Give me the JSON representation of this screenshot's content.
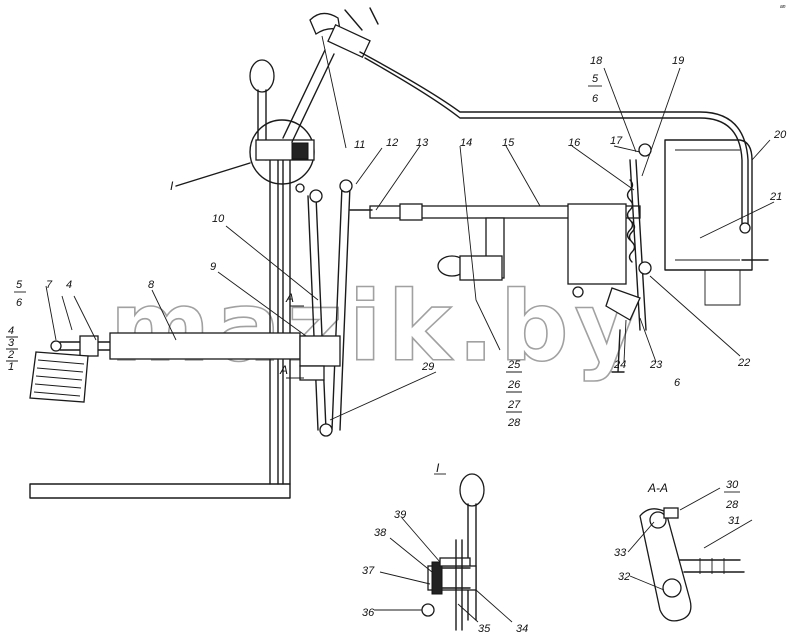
{
  "diagram": {
    "callouts": [
      "1",
      "2",
      "3",
      "4",
      "5",
      "6",
      "7",
      "8",
      "9",
      "10",
      "11",
      "12",
      "13",
      "14",
      "15",
      "16",
      "17",
      "18",
      "19",
      "20",
      "21",
      "22",
      "23",
      "24",
      "25",
      "26",
      "27",
      "28",
      "29",
      "30",
      "31",
      "32",
      "33",
      "34",
      "35",
      "36",
      "37",
      "38",
      "39"
    ],
    "section_markers": {
      "view_I": "I",
      "section_A": "A",
      "section_AA": "A-A"
    },
    "watermark": "mazik.by",
    "corner_note": "an"
  }
}
